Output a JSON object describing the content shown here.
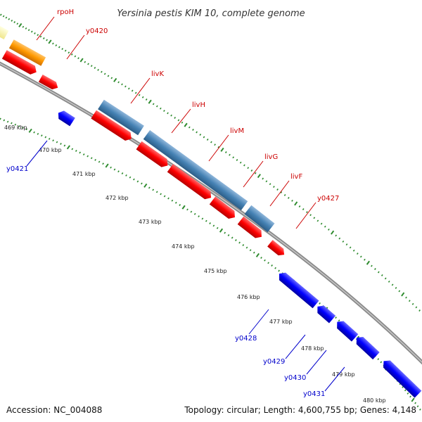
{
  "title": "Yersinia pestis KIM 10, complete genome",
  "footer": {
    "accession": "Accession: NC_004088",
    "topology": "Topology: circular; Length: 4,600,755 bp; Genes: 4,148"
  },
  "colors": {
    "backbone": "#7f7f7f",
    "ticks": "#2e8b2e",
    "forward_label": "#cc0000",
    "reverse_label": "#0000cc",
    "cds_forward": "#ff0000",
    "cds_reverse": "#0000ff",
    "gene_forward": "#4682b4",
    "rpoH": "#ff8c00"
  },
  "kbp_labels": [
    "469 kbp",
    "470 kbp",
    "471 kbp",
    "472 kbp",
    "473 kbp",
    "474 kbp",
    "475 kbp",
    "476 kbp",
    "477 kbp",
    "478 kbp",
    "479 kbp",
    "480 kbp"
  ],
  "gene_labels": [
    {
      "text": "rpoH",
      "strand": "forward"
    },
    {
      "text": "y0420",
      "strand": "forward"
    },
    {
      "text": "livK",
      "strand": "forward"
    },
    {
      "text": "livH",
      "strand": "forward"
    },
    {
      "text": "livM",
      "strand": "forward"
    },
    {
      "text": "livG",
      "strand": "forward"
    },
    {
      "text": "livF",
      "strand": "forward"
    },
    {
      "text": "y0427",
      "strand": "forward"
    },
    {
      "text": "y0421",
      "strand": "reverse"
    },
    {
      "text": "y0428",
      "strand": "reverse"
    },
    {
      "text": "y0429",
      "strand": "reverse"
    },
    {
      "text": "y0430",
      "strand": "reverse"
    },
    {
      "text": "y0431",
      "strand": "reverse"
    }
  ]
}
